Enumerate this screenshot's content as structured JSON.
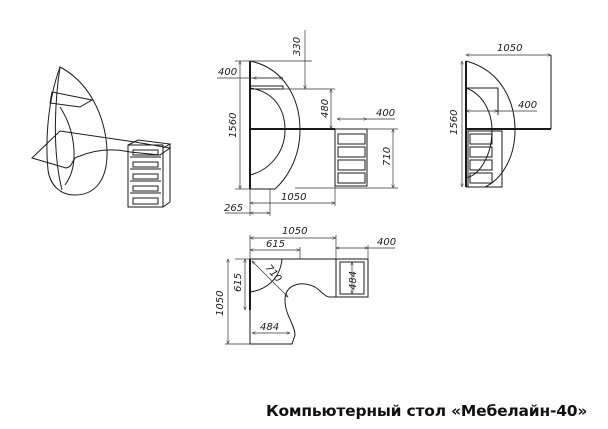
{
  "title": "Компьютерный стол «Мебелайн-40»",
  "views": {
    "isometric": {
      "label": "3D view"
    },
    "front": {
      "dims": {
        "top_offset": "330",
        "shelf_depth": "400",
        "height": "1560",
        "shelf_gap": "480",
        "drawer_width": "400",
        "desk_height": "710",
        "base_width": "265",
        "top_length": "1050"
      }
    },
    "side": {
      "dims": {
        "top_length": "1050",
        "shelf_depth": "400",
        "height": "1560"
      }
    },
    "plan": {
      "dims": {
        "total_length": "1050",
        "corner_length": "615",
        "drawer_width": "400",
        "total_depth": "1050",
        "corner_depth": "615",
        "diagonal": "710",
        "drawer_depth": "484",
        "leg_width": "484"
      }
    }
  },
  "colors": {
    "line": "#1a1a1a",
    "background": "#ffffff"
  }
}
